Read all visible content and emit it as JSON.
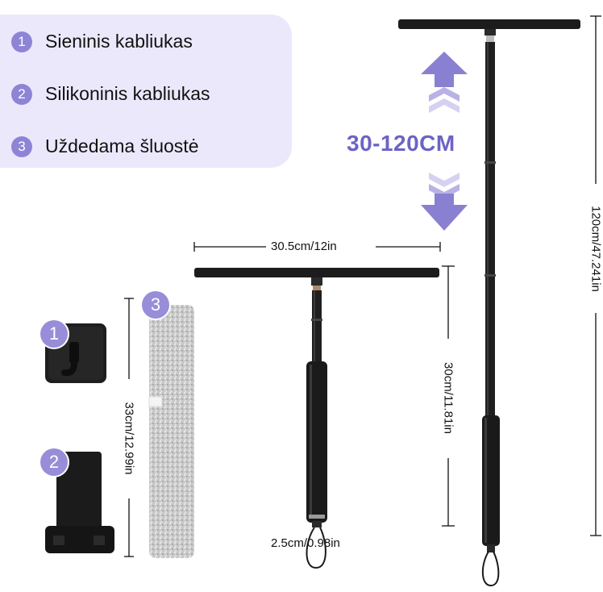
{
  "legend": {
    "items": [
      {
        "number": "1",
        "label": "Sieninis kabliukas"
      },
      {
        "number": "2",
        "label": "Silikoninis kabliukas"
      },
      {
        "number": "3",
        "label": "Uždedama šluostė"
      }
    ]
  },
  "range_label": "30-120CM",
  "dimensions": {
    "blade_width": "30.5cm/12in",
    "short_height": "30cm/11.81in",
    "tall_height": "120cm/47.241in",
    "pad_length": "33cm/12.99in",
    "handle_diameter": "2.5cm/0.98in"
  },
  "product_badges": [
    "1",
    "2",
    "3"
  ],
  "colors": {
    "accent": "#6d63c4",
    "badge": "#8e84d6",
    "panel": "#ece8fb",
    "product": "#1a1a1a"
  }
}
